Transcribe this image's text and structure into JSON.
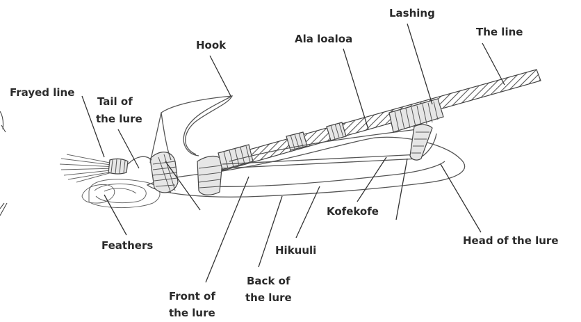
{
  "diagram": {
    "labels": {
      "hook": "Hook",
      "ala_loaloa": "Ala loaloa",
      "lashing": "Lashing",
      "the_line": "The line",
      "frayed_line": "Frayed line",
      "tail_line1": "Tail of",
      "tail_line2": "the lure",
      "kofekofe": "Kofekofe",
      "head_of_lure": "Head of the lure",
      "feathers": "Feathers",
      "hikuuli": "Hikuuli",
      "front_line1": "Front of",
      "front_line2": "the lure",
      "back_line1": "Back of",
      "back_line2": "the lure"
    }
  }
}
